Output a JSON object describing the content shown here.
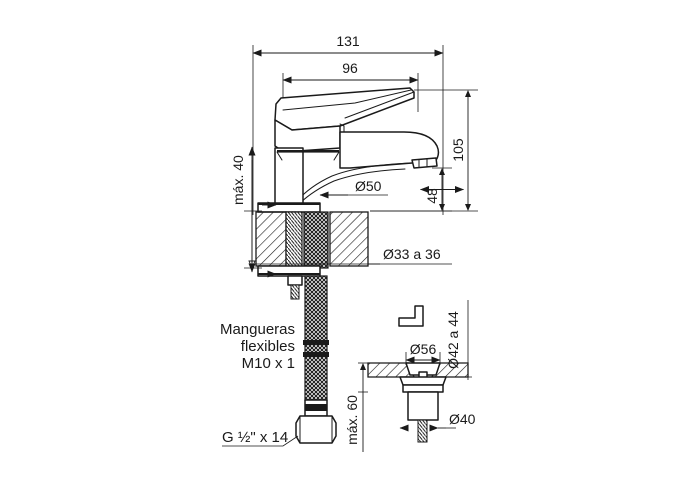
{
  "document": {
    "type": "technical-drawing",
    "subject": "single-lever basin mixer faucet installation drawing",
    "background_color": "#ffffff",
    "line_color": "#1a1a1a",
    "units": "mm"
  },
  "dimensions": {
    "overall_width": "131",
    "spout_reach": "96",
    "overall_height": "105",
    "spout_height": "48",
    "base_diameter": "Ø50",
    "counter_thickness_note": "máx. 40",
    "mounting_hole": "Ø33 a 36",
    "hose_thread": "G ½\" x 14",
    "drain_flange": "Ø56",
    "drain_hole": "Ø42 a 44",
    "drain_tail": "Ø40",
    "drain_depth_note": "máx. 60"
  },
  "annotations": {
    "hose_label_line1": "Mangueras",
    "hose_label_line2": "flexibles",
    "hose_label_line3": "M10 x 1"
  },
  "detail_views": {
    "main_view_name": "faucet-elevation",
    "drain_view_name": "drain-assembly-section"
  }
}
